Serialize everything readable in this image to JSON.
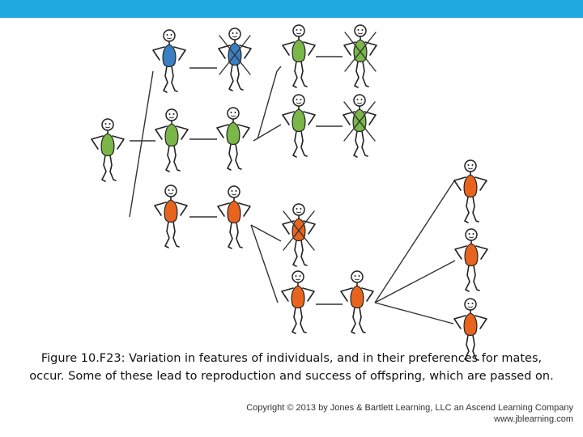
{
  "caption": "Figure 10.F23: Variation in features of individuals, and in their preferences for mates, occur. Some of these lead to reproduction and success of offspring, which are passed on.",
  "copyright": {
    "line1": "Copyright © 2013 by Jones & Bartlett Learning, LLC an Ascend Learning Company",
    "line2": "www.jblearning.com"
  },
  "colors": {
    "header_bar": "#1fa8df",
    "blue": "#3a7fc4",
    "green": "#7ab648",
    "orange": "#e8641e",
    "ink": "#222222"
  },
  "figures": [
    {
      "id": "root-green",
      "color": "green",
      "crossed": false
    },
    {
      "id": "gen1-blue",
      "color": "blue",
      "crossed": false
    },
    {
      "id": "gen1-green",
      "color": "green",
      "crossed": false
    },
    {
      "id": "gen1-orange",
      "color": "orange",
      "crossed": false
    },
    {
      "id": "gen2-blue-crossed",
      "color": "blue",
      "crossed": true
    },
    {
      "id": "gen2-green",
      "color": "green",
      "crossed": false
    },
    {
      "id": "gen2-orange",
      "color": "orange",
      "crossed": false
    },
    {
      "id": "gen3-green-a",
      "color": "green",
      "crossed": false
    },
    {
      "id": "gen3-green-b",
      "color": "green",
      "crossed": false
    },
    {
      "id": "gen4-green-a-crossed",
      "color": "green",
      "crossed": true
    },
    {
      "id": "gen4-green-b-crossed",
      "color": "green",
      "crossed": true
    },
    {
      "id": "gen3-orange-crossed",
      "color": "orange",
      "crossed": true
    },
    {
      "id": "gen3-orange",
      "color": "orange",
      "crossed": false
    },
    {
      "id": "gen4-orange-mate",
      "color": "orange",
      "crossed": false
    },
    {
      "id": "offspring-orange-1",
      "color": "orange",
      "crossed": false
    },
    {
      "id": "offspring-orange-2",
      "color": "orange",
      "crossed": false
    },
    {
      "id": "offspring-orange-3",
      "color": "orange",
      "crossed": false
    }
  ]
}
